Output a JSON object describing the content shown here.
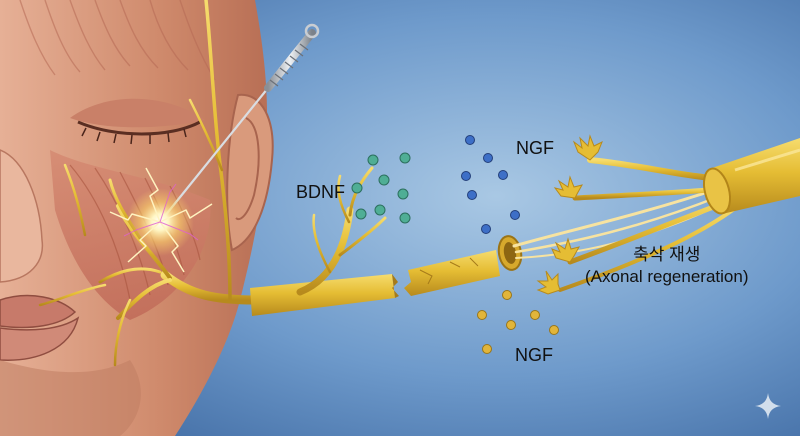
{
  "labels": {
    "bdnf": "BDNF",
    "ngf_top": "NGF",
    "ngf_bottom": "NGF",
    "axonal_regeneration_ko": "축삭 재생",
    "axonal_regeneration_en": "(Axonal regeneration)"
  },
  "colors": {
    "background": "#5f8dbf",
    "nerve": "#e8c23a",
    "skin": "#d9987a",
    "bdnf_dot": "#4fae95",
    "ngf_top_dot": "#3d6fc7",
    "ngf_bottom_dot": "#e2b53a"
  },
  "icons": [
    "acupuncture-needle-icon",
    "electric-spark-icon",
    "gemini-sparkle-icon"
  ]
}
